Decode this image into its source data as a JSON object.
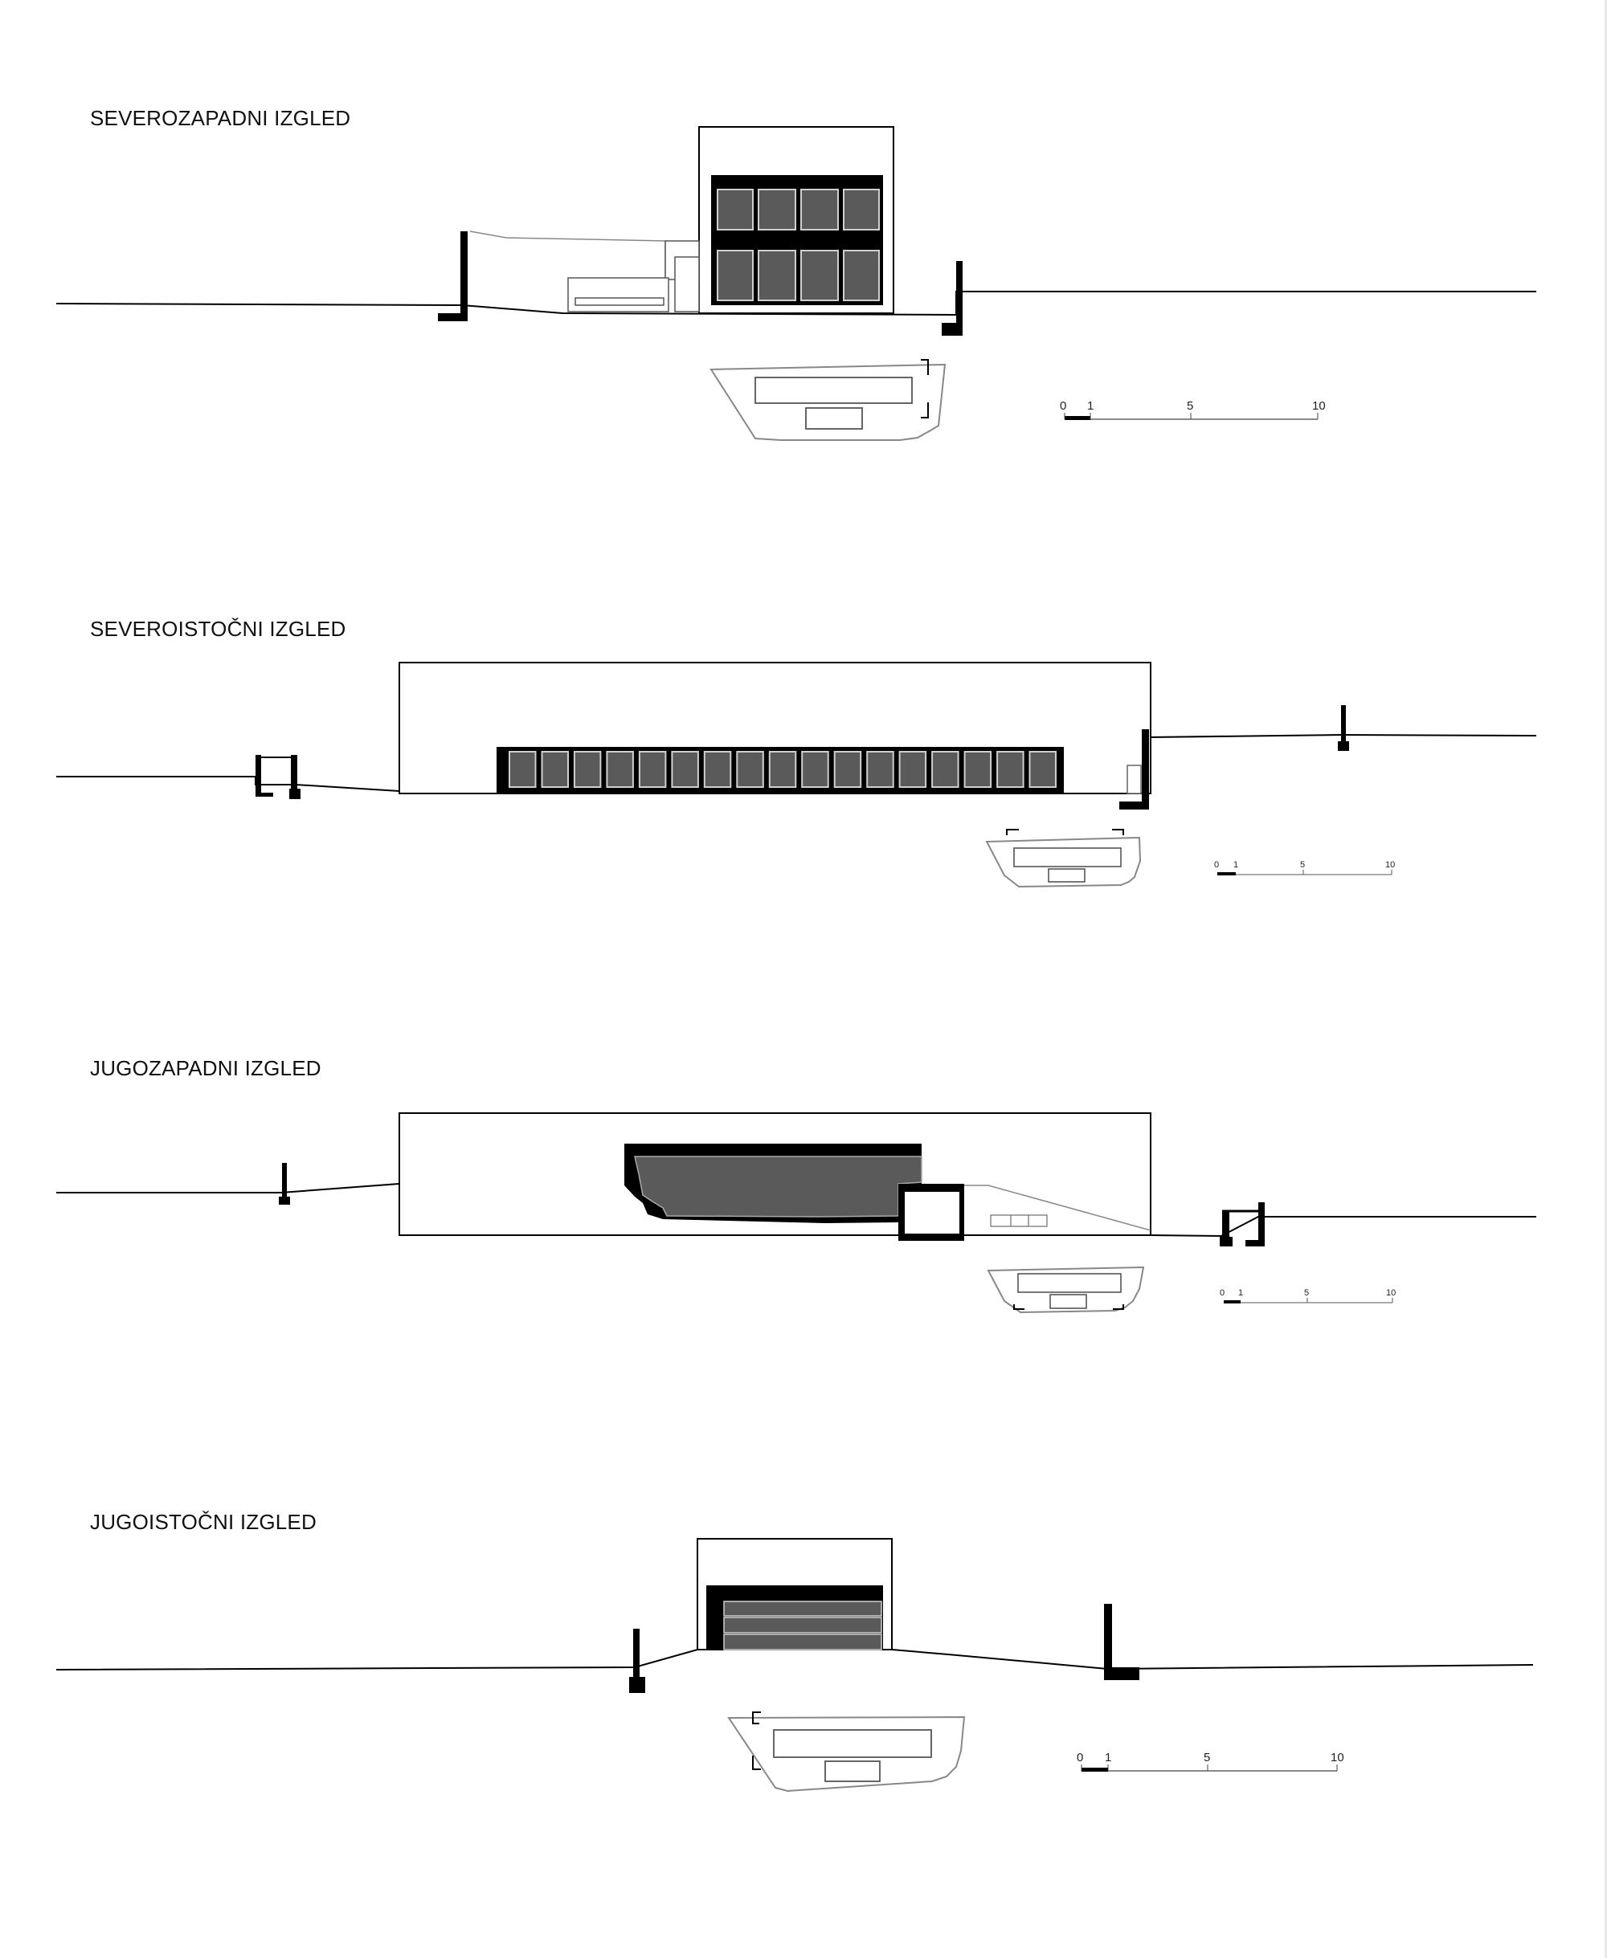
{
  "elevations": [
    {
      "title": "SEVEROZAPADNI IZGLED"
    },
    {
      "title": "SEVEROISTOČNI IZGLED"
    },
    {
      "title": "JUGOZAPADNI IZGLED"
    },
    {
      "title": "JUGOISTOČNI IZGLED"
    }
  ],
  "scale_bar": {
    "labels": [
      "0",
      "1",
      "5",
      "10"
    ]
  },
  "colors": {
    "line": "#000000",
    "glass": "#5a5a5a",
    "solid": "#000000",
    "thin": "#888888"
  }
}
